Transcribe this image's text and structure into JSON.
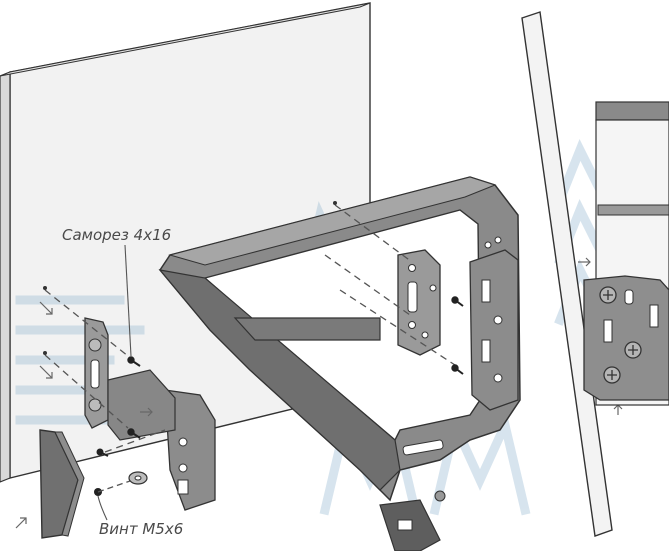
{
  "labels": {
    "screw": "Саморез 4x16",
    "bolt": "Винт М5х6"
  },
  "watermark": {
    "text": "MDM",
    "color": "#8fb4cf"
  },
  "colors": {
    "panel": "#eeeeee",
    "metal": "#7f7f7f",
    "metal_dark": "#5c5c5c",
    "metal_light": "#a9a9a9",
    "outline": "#333333",
    "leader": "#555555"
  },
  "icons": [
    "screw-icon",
    "bolt-icon",
    "washer-icon",
    "direction-arrow-icon"
  ]
}
